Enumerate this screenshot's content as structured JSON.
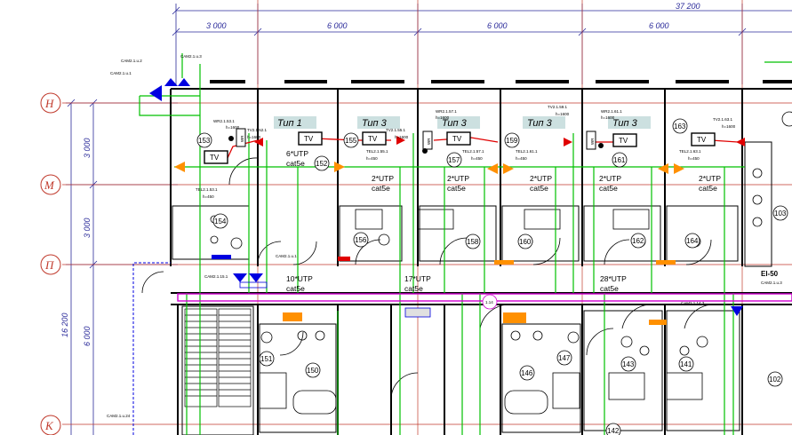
{
  "dimensions": {
    "total": "37 200",
    "spans": [
      "3 000",
      "6 000",
      "6 000",
      "6 000"
    ],
    "left": [
      "3 000",
      "3 000",
      "16 200",
      "6 000"
    ]
  },
  "axes": [
    "Н",
    "М",
    "П",
    "К"
  ],
  "room_types": [
    "Тип 1",
    "Тип 3",
    "Тип 3",
    "Тип 3",
    "Тип 3"
  ],
  "rooms": [
    "153",
    "155",
    "157",
    "159",
    "161",
    "163",
    "152",
    "154",
    "156",
    "158",
    "160",
    "162",
    "164",
    "151",
    "150",
    "146",
    "147",
    "143",
    "141",
    "142",
    "103",
    "102"
  ],
  "tv_label": "TV",
  "wr_label": "WR",
  "cable_notes": {
    "r152": [
      "6*UTP",
      "cat5e"
    ],
    "r155": [
      "2*UTP",
      "cat5e"
    ],
    "r157": [
      "2*UTP",
      "cat5e"
    ],
    "r159": [
      "2*UTP",
      "cat5e"
    ],
    "r161": [
      "2*UTP",
      "cat5e"
    ],
    "r163": [
      "2*UTP",
      "cat5e"
    ],
    "c1": [
      "10*UTP",
      "cat5e"
    ],
    "c2": [
      "17*UTP",
      "cat5e"
    ],
    "c3": [
      "28*UTP",
      "cat5e"
    ]
  },
  "tags": {
    "cam1": "CAM2.1.u.3",
    "cam2": "CAM2.1.u.2",
    "cam3": "CAM2.1.u.1",
    "cam4": "CAM2.1.u.1",
    "cam5": "CAM2.1.15.1",
    "cam6": "CAM2.1.u.3",
    "cam7": "CAM2.1.u.24",
    "cam8": "CAM2.1.14.3",
    "wr1": "WR2.1.53.1",
    "wr2": "WR2.1.57.1",
    "wr3": "WR2.1.61.1",
    "tv1": "TV2.1.52.1",
    "tv2": "TV2.1.55.1",
    "tv3": "TV2.1.59.1",
    "tv4": "TV2.1.63.1",
    "tel1": "TEL2.1.53.1",
    "tel2": "TEL2.1.55.1",
    "tel3": "TEL2.1.57.1",
    "tel4": "TEL2.1.61.1",
    "tel5": "TEL2.1.63.1",
    "h1600": "h=1600",
    "h450": "h=450",
    "el": "El-50",
    "corr": "1.14"
  },
  "colors": {
    "cable_green": "#00c000",
    "trunk_magenta": "#d000d0",
    "axis_red": "#c0392b",
    "dim_blue": "#2a2a9a",
    "device_red": "#e00000",
    "socket_orange": "#ff9000",
    "cam_blue": "#0000e0"
  }
}
